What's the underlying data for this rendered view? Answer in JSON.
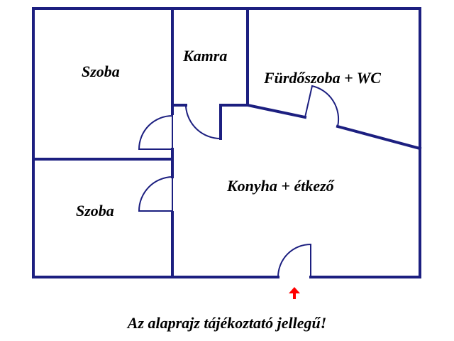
{
  "rooms": {
    "szoba_top": "Szoba",
    "szoba_bottom": "Szoba",
    "kamra": "Kamra",
    "furdoszoba": "Fürdőszoba + WC",
    "konyha": "Konyha + étkező"
  },
  "disclaimer": "Az alaprajz tájékoztató jellegű!",
  "colors": {
    "wall": "#1c1f80",
    "entrance_arrow": "#ff0000"
  },
  "icons": {
    "entrance": "arrow-up-icon"
  }
}
